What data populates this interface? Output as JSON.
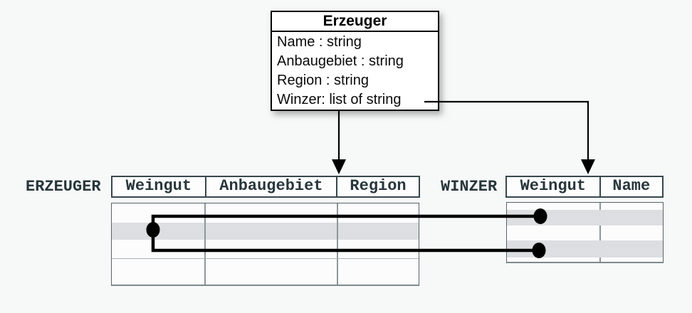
{
  "class_box": {
    "title": "Erzeuger",
    "attributes": [
      "Name : string",
      "Anbaugebiet : string",
      "Region : string",
      "Winzer: list of string"
    ]
  },
  "tables": {
    "erzeuger": {
      "label": "ERZEUGER",
      "columns": [
        "Weingut",
        "Anbaugebiet",
        "Region"
      ],
      "body_rows": 4,
      "highlighted_row": 2
    },
    "winzer": {
      "label": "WINZER",
      "columns": [
        "Weingut",
        "Name"
      ],
      "body_rows": 4,
      "highlighted_rows": [
        2,
        4
      ]
    }
  },
  "relationships": {
    "class_to_erzeuger_table": "arrow from Erzeuger class bottom to ERZEUGER table header",
    "winzer_attribute_to_winzer_table": "arrow from 'Winzer: list of string' attribute to WINZER table header",
    "record_links": "one ERZEUGER row linked to two WINZER rows via dots"
  },
  "colors": {
    "background": "#f7f8f8",
    "class_box_border": "#000000",
    "table_ink": "#27363b",
    "header_border": "#37474c",
    "body_border": "#566569",
    "column_divider": "#8d979a",
    "row_stripe": "#dcdee1",
    "connector": "#000000"
  }
}
